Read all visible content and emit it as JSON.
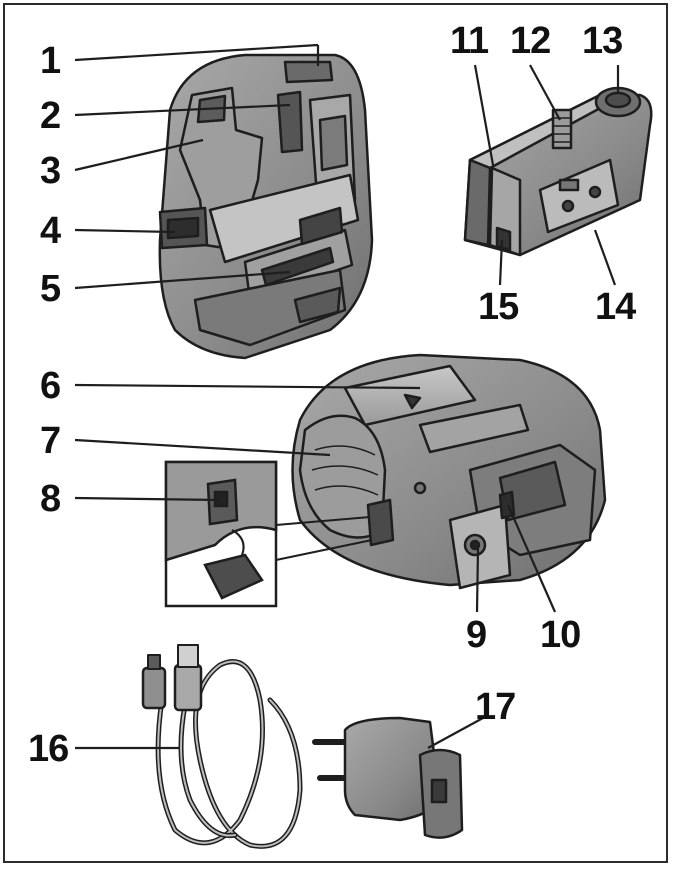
{
  "callouts": {
    "c1": "1",
    "c2": "2",
    "c3": "3",
    "c4": "4",
    "c5": "5",
    "c6": "6",
    "c7": "7",
    "c8": "8",
    "c9": "9",
    "c10": "10",
    "c11": "11",
    "c12": "12",
    "c13": "13",
    "c14": "14",
    "c15": "15",
    "c16": "16",
    "c17": "17"
  },
  "colors": {
    "body": "#8a8a8a",
    "body_dark": "#5f5f5f",
    "body_light": "#b4b4b4",
    "line": "#1e1e1e",
    "frame": "#2b2b2b"
  }
}
